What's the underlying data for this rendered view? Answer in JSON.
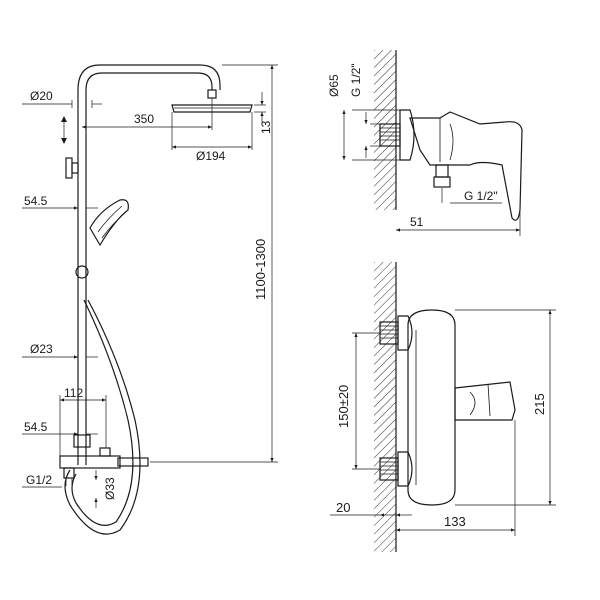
{
  "diagram": {
    "dimensions": {
      "d20": "Ø20",
      "d350": "350",
      "d13": "13",
      "d194": "Ø194",
      "d54_top": "54.5",
      "d1100": "1100-1300",
      "d23": "Ø23",
      "d112": "112",
      "d54_bot": "54.5",
      "g12_left": "G1/2",
      "d33": "Ø33",
      "d65": "Ø65",
      "g12_top": "G 1/2\"",
      "g12_mid": "G 1/2\"",
      "d51": "51",
      "d150": "150±20",
      "d215": "215",
      "d20_bot": "20",
      "d133": "133"
    }
  }
}
